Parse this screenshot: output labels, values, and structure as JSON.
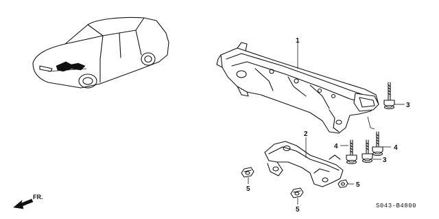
{
  "callouts": {
    "c1": "1",
    "c2": "2",
    "c3a": "3",
    "c3b": "3",
    "c4a": "4",
    "c4b": "4",
    "c5a": "5",
    "c5b": "5",
    "c5c": "5"
  },
  "direction_label": "FR.",
  "diagram_code": "S043-B4800"
}
